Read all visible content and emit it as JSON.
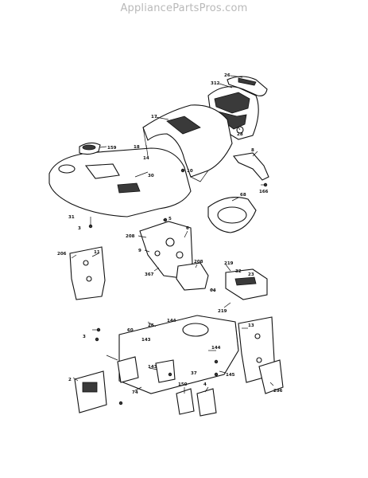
{
  "watermark": "AppliancePartsPros.com",
  "callouts": {
    "c26": "26",
    "c312": "312",
    "c28": "28",
    "c17": "17",
    "c159": "159",
    "c18": "18",
    "c14": "14",
    "c30": "30",
    "c10": "10",
    "c8": "8",
    "c166": "166",
    "c68": "68",
    "c5": "5",
    "c31": "31",
    "c3": "3",
    "c208": "208",
    "c9": "9",
    "c6": "6",
    "c11": "11",
    "c206": "206",
    "c367": "367",
    "c208b": "208",
    "c219": "219",
    "c32": "32",
    "c23": "23",
    "c64": "64",
    "c219b": "219",
    "c3b": "3",
    "c144": "144",
    "c26b": "26",
    "c13": "13",
    "c143": "143",
    "c60": "60",
    "c2": "2",
    "c144b": "144",
    "c143b": "143",
    "c145": "145",
    "c37": "37",
    "c74": "74",
    "c296": "296",
    "c150": "150",
    "c4": "4"
  }
}
